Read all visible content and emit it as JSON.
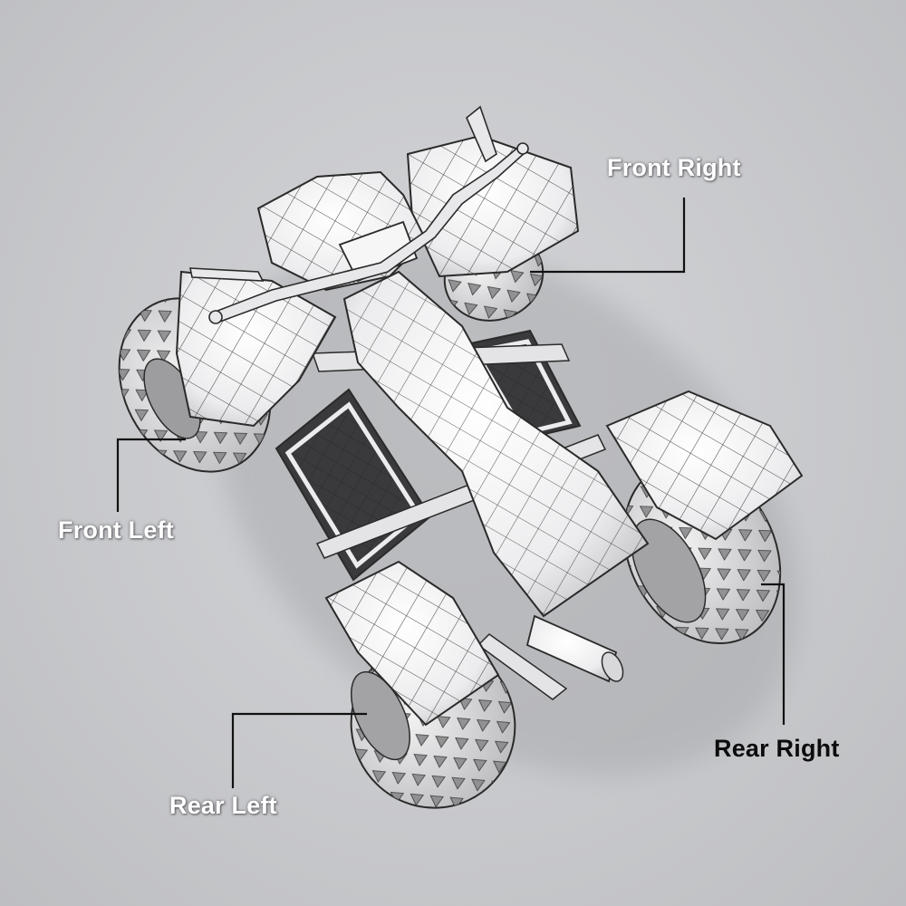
{
  "labels": {
    "front_right": "Front Right",
    "front_left": "Front Left",
    "rear_left": "Rear Left",
    "rear_right": "Rear Right"
  },
  "colors": {
    "background": "#c9cacd",
    "model_surface": "#f0f0f1",
    "wire": "#2a2a2a",
    "leader_line": "#111111",
    "label_light": "#ffffff",
    "label_dark": "#0c0c0c"
  }
}
